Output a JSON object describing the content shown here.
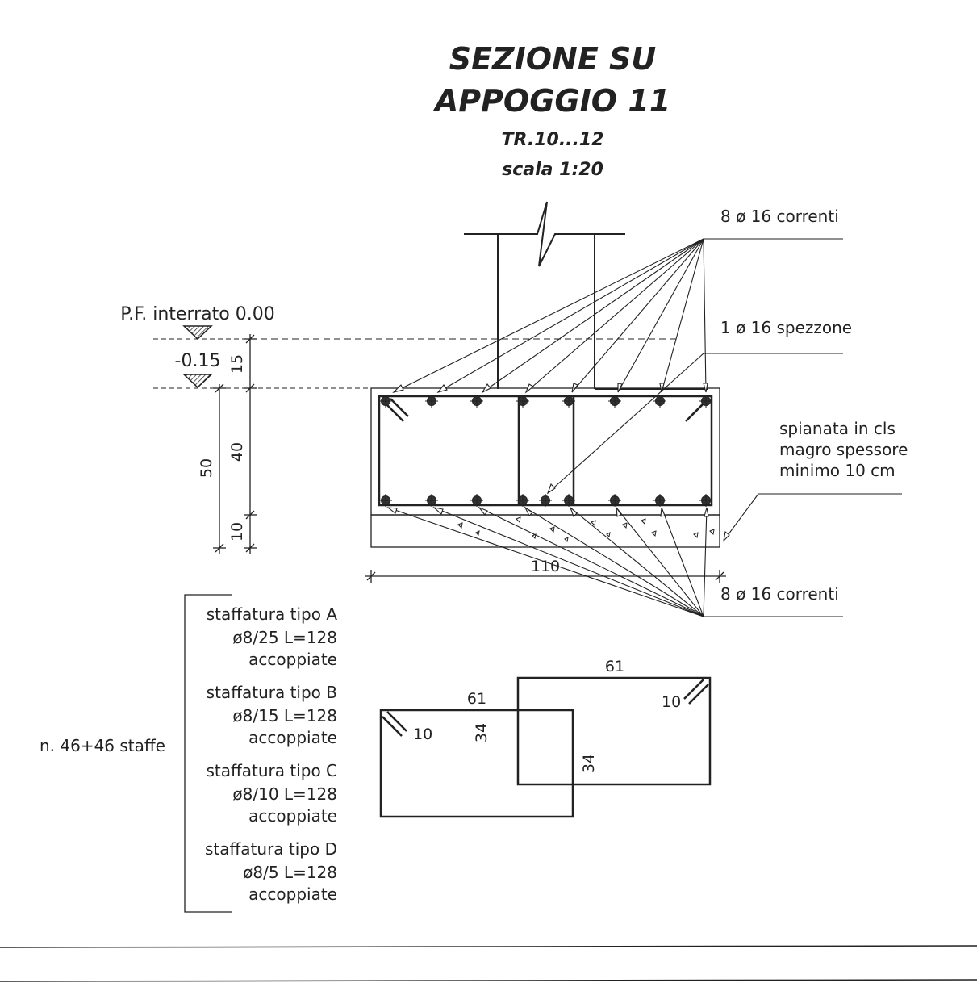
{
  "title": {
    "line1": "SEZIONE SU",
    "line2": "APPOGGIO 11",
    "subtitle": "TR.10...12",
    "scale": "scala 1:20"
  },
  "levels": {
    "ground_label": "P.F. interrato 0.00",
    "bottom_level": "-0.15"
  },
  "dimensions": {
    "d15": "15",
    "d40": "40",
    "d50": "50",
    "d10": "10",
    "width": "110"
  },
  "callouts": {
    "top_bars": "8 ø 16 correnti",
    "extra_bar": "1 ø 16 spezzone",
    "bottom_bars": "8 ø 16 correnti",
    "concrete_line1": "spianata in cls",
    "concrete_line2": "magro spessore",
    "concrete_line3": "minimo 10 cm"
  },
  "stirrups": {
    "count_label": "n. 46+46 staffe",
    "types": [
      {
        "name": "staffatura tipo A",
        "spec": "ø8/25 L=128",
        "note": "accoppiate"
      },
      {
        "name": "staffatura tipo B",
        "spec": "ø8/15 L=128",
        "note": "accoppiate"
      },
      {
        "name": "staffatura tipo C",
        "spec": "ø8/10 L=128",
        "note": "accoppiate"
      },
      {
        "name": "staffatura tipo D",
        "spec": "ø8/5 L=128",
        "note": "accoppiate"
      }
    ]
  },
  "stirrup_shape": {
    "width_a": "61",
    "width_b": "61",
    "height_a": "34",
    "height_b": "34",
    "hook_a": "10",
    "hook_b": "10"
  }
}
